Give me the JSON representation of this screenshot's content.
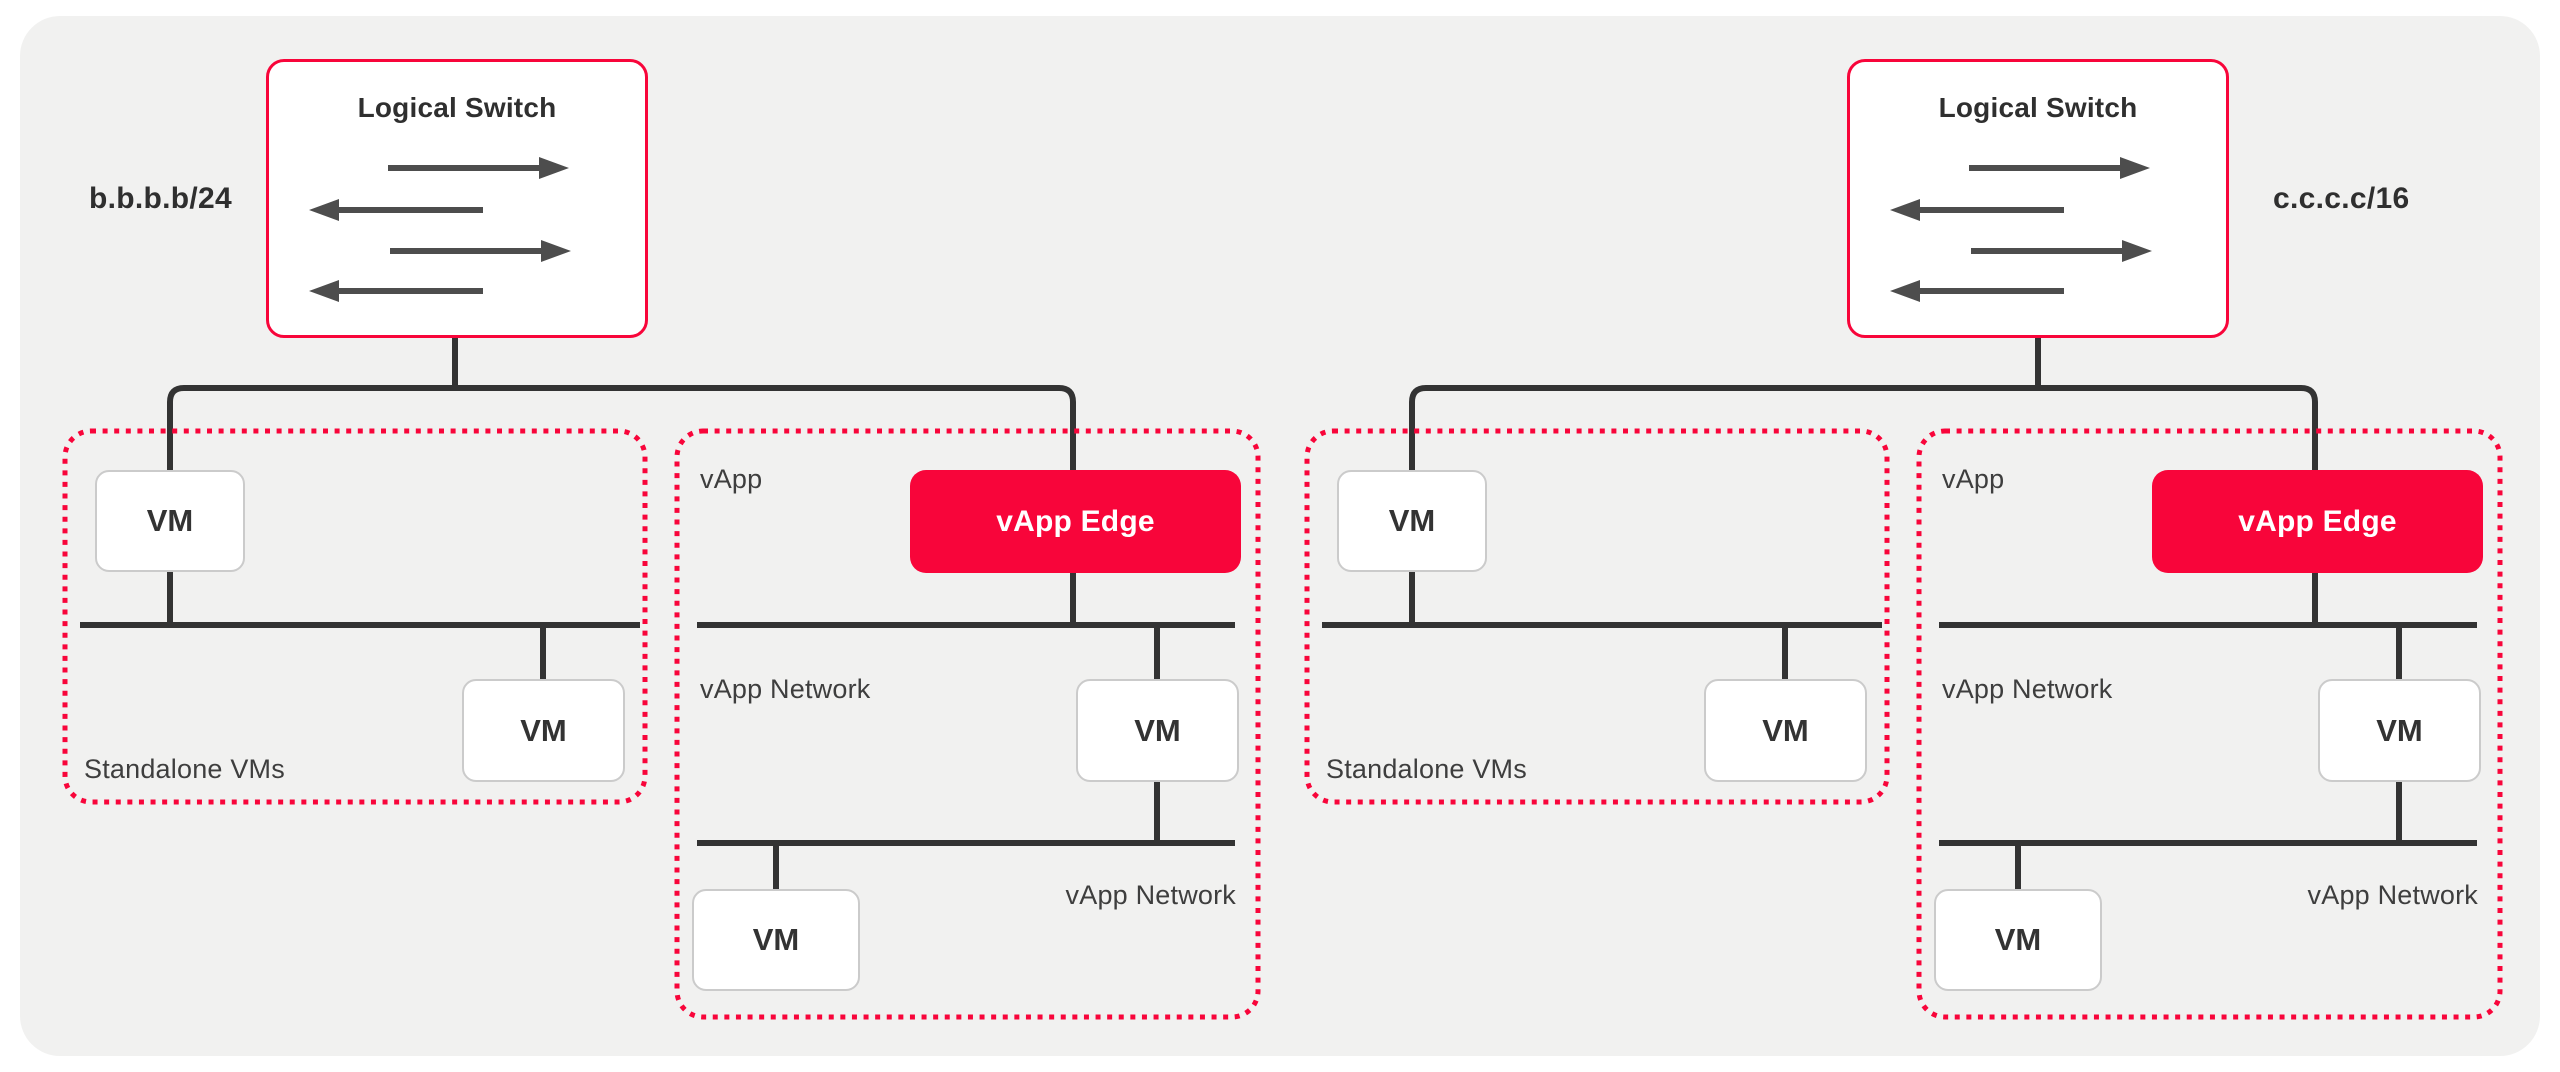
{
  "colors": {
    "page_background": "#FFFFFF",
    "panel_background": "#F1F1F0",
    "accent_red": "#F8053A",
    "line_color": "#333333",
    "arrow_color": "#4D4D4D",
    "vm_box_border": "#CBCBCB",
    "text_primary": "#2F2F2F",
    "text_secondary": "#3E3E3E",
    "edge_text": "#FFFFFF"
  },
  "icons": {
    "switch_icon": "bidirectional-traffic-arrows"
  },
  "clusters": [
    {
      "id": "left",
      "subnet_label": "b.b.b.b/24",
      "switch_title": "Logical Switch",
      "standalone": {
        "caption": "Standalone VMs",
        "vm_top": "VM",
        "vm_bottom": "VM"
      },
      "vapp": {
        "caption": "vApp",
        "edge": "vApp Edge",
        "network_upper": "vApp Network",
        "network_lower": "vApp Network",
        "vm_upper": "VM",
        "vm_lower": "VM"
      }
    },
    {
      "id": "right",
      "subnet_label": "c.c.c.c/16",
      "switch_title": "Logical Switch",
      "standalone": {
        "caption": "Standalone VMs",
        "vm_top": "VM",
        "vm_bottom": "VM"
      },
      "vapp": {
        "caption": "vApp",
        "edge": "vApp Edge",
        "network_upper": "vApp Network",
        "network_lower": "vApp Network",
        "vm_upper": "VM",
        "vm_lower": "VM"
      }
    }
  ]
}
